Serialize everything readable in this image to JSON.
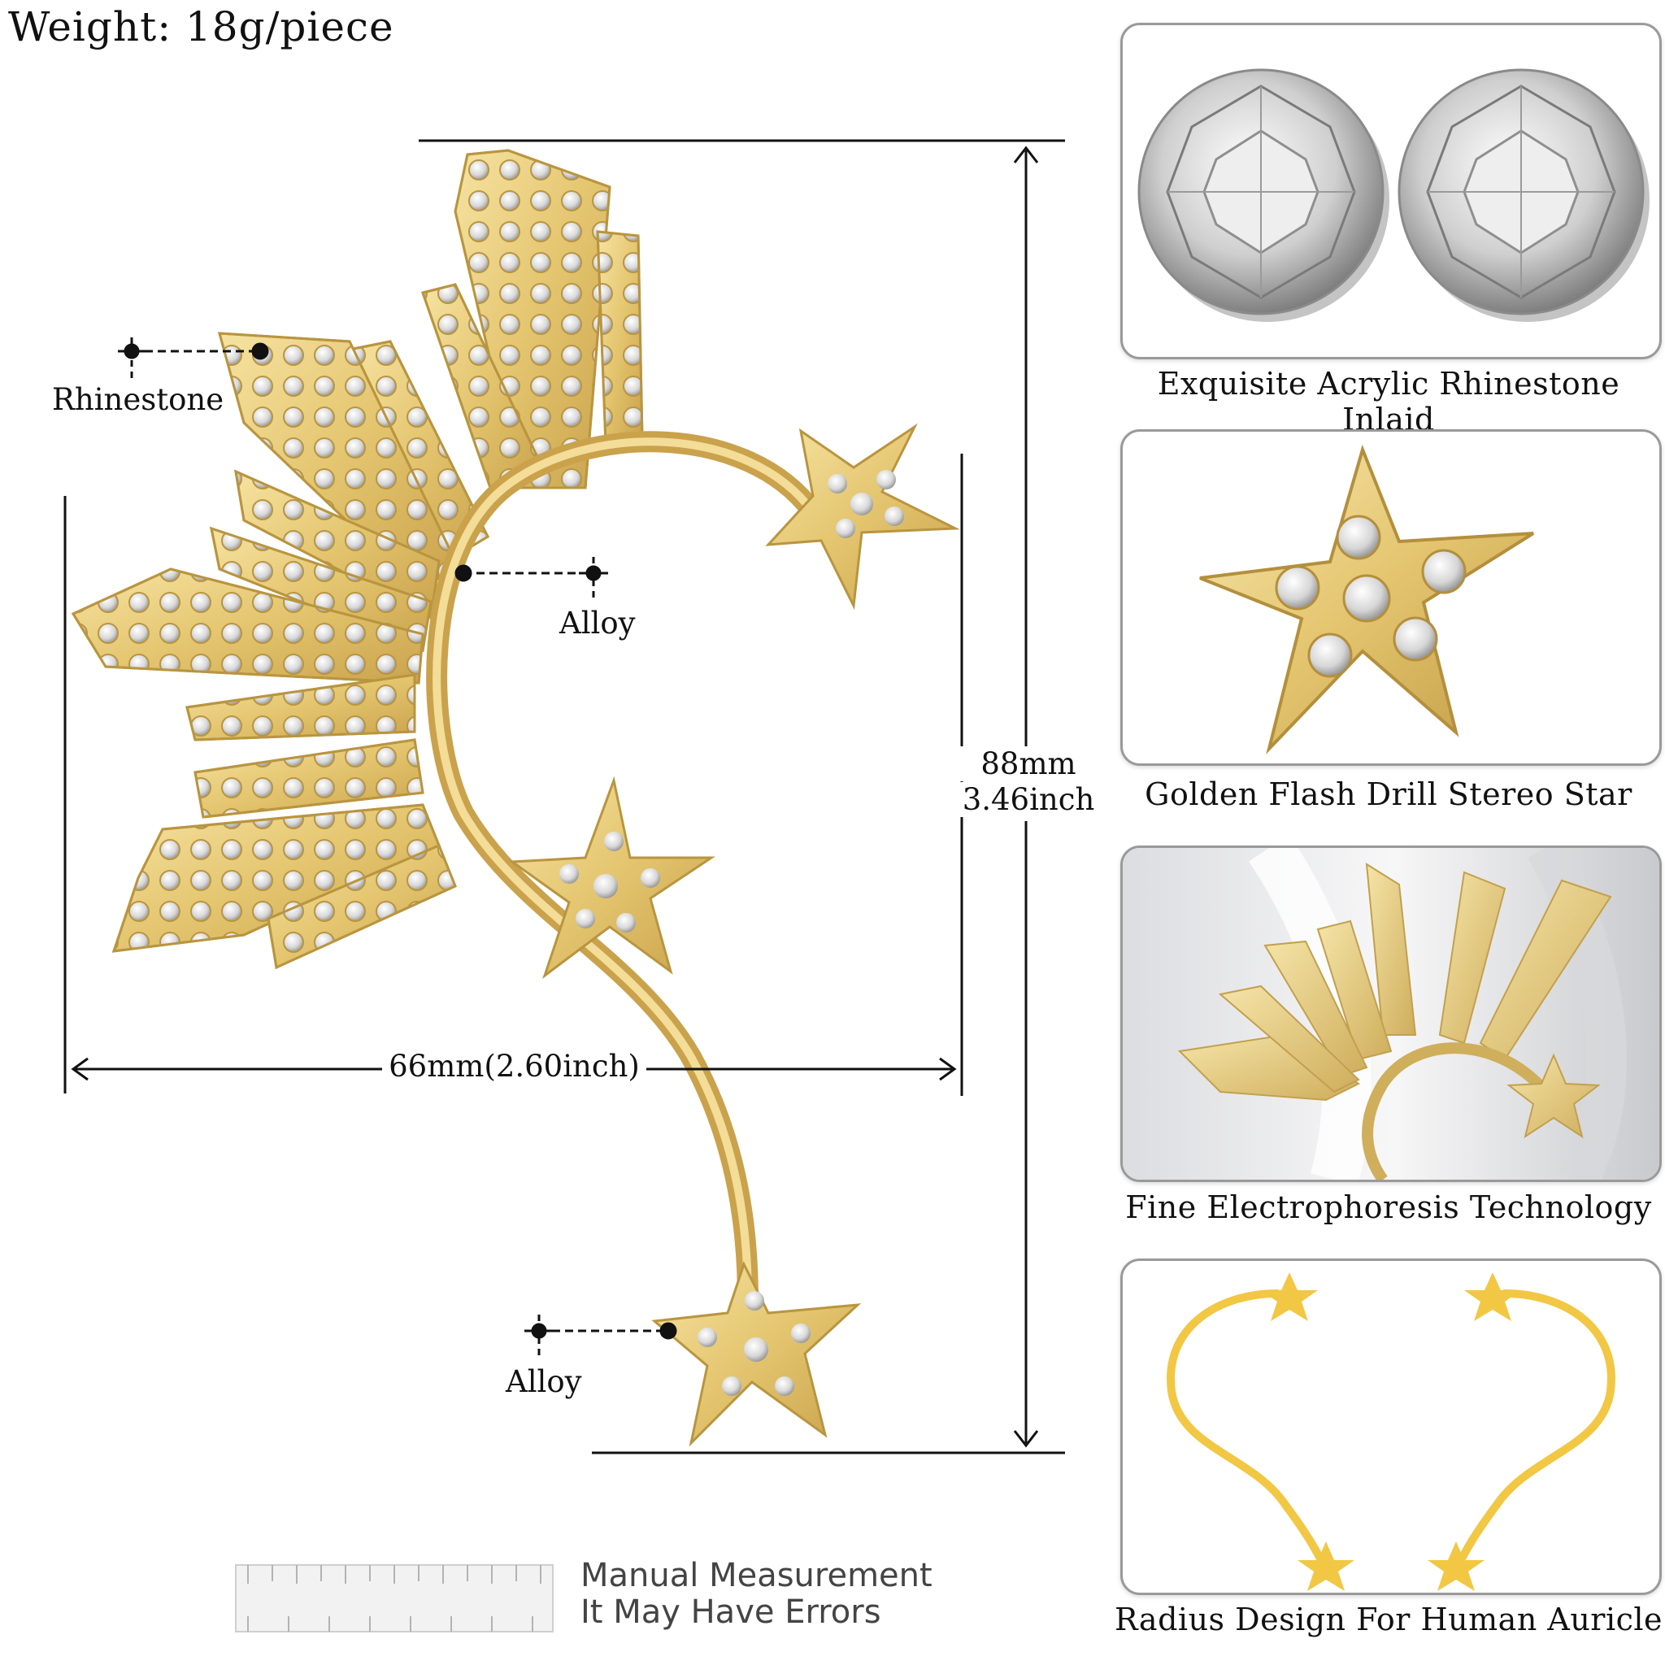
{
  "weight_text": "Weight: 18g/piece",
  "labels": {
    "rhinestone": "Rhinestone",
    "alloy_top": "Alloy",
    "alloy_bottom": "Alloy"
  },
  "dimensions": {
    "height_mm": "88mm",
    "height_inch": "3.46inch",
    "width": "66mm(2.60inch)"
  },
  "note": {
    "line1": "Manual Measurement",
    "line2": "It May Have Errors"
  },
  "features": [
    {
      "caption": "Exquisite Acrylic Rhinestone Inlaid",
      "icon": "rhinestone-icon"
    },
    {
      "caption": "Golden Flash Drill Stereo Star",
      "icon": "star-icon"
    },
    {
      "caption": "Fine Electrophoresis Technology",
      "icon": "sunburst-icon"
    },
    {
      "caption": "Radius Design For Human Auricle",
      "icon": "ear-cuff-outline-icon"
    }
  ],
  "colors": {
    "gold": "#e6c977",
    "gold_dark": "#c9a24a",
    "silver": "#c9c9c9"
  }
}
